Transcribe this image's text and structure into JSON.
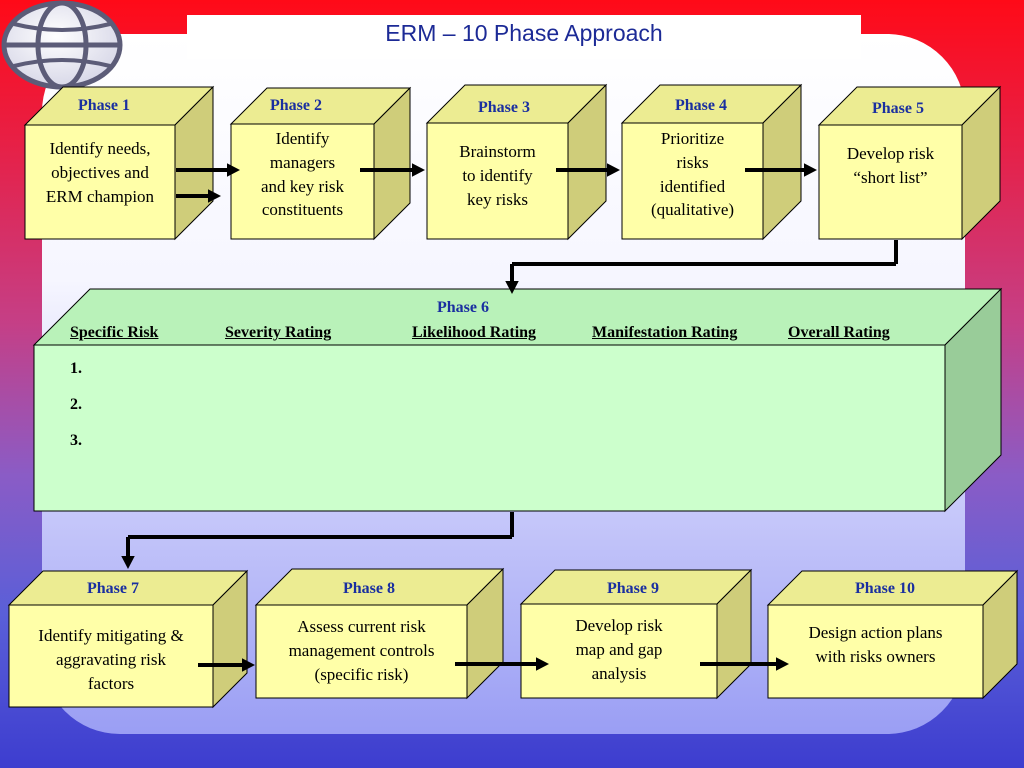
{
  "title": "ERM – 10 Phase Approach",
  "logo": {
    "icon": "globe-logo-icon",
    "color": "#5c5c78"
  },
  "colors": {
    "box_fill": "#ffffa8",
    "box_side": "#cfcd7a",
    "box_top": "#ecec92",
    "phase6_fill": "#ccffcc",
    "phase6_side": "#99cc99",
    "phase6_top": "#b9f2b9",
    "label_color": "#1a2fa0"
  },
  "phases_top": [
    {
      "label": "Phase 1",
      "text": "Identify needs,\nobjectives and\nERM champion"
    },
    {
      "label": "Phase 2",
      "text": "Identify\nmanagers\nand key risk\nconstituents"
    },
    {
      "label": "Phase 3",
      "text": "Brainstorm\nto identify\nkey risks"
    },
    {
      "label": "Phase 4",
      "text": "Prioritize\nrisks\nidentified\n(qualitative)"
    },
    {
      "label": "Phase  5",
      "text": "Develop risk\n“short list”"
    }
  ],
  "phase6": {
    "label": "Phase 6",
    "columns": [
      "Specific Risk",
      "Severity Rating",
      "Likelihood Rating",
      "Manifestation Rating",
      "Overall Rating"
    ],
    "rows": [
      "1.",
      "2.",
      "3."
    ]
  },
  "phases_bottom": [
    {
      "label": "Phase 7",
      "text": "Identify mitigating &\naggravating risk\nfactors"
    },
    {
      "label": "Phase 8",
      "text": "Assess current risk\nmanagement controls\n(specific risk)"
    },
    {
      "label": "Phase 9",
      "text": "Develop risk\nmap and gap\nanalysis"
    },
    {
      "label": "Phase 10",
      "text": "Design action plans\nwith risks owners"
    }
  ]
}
